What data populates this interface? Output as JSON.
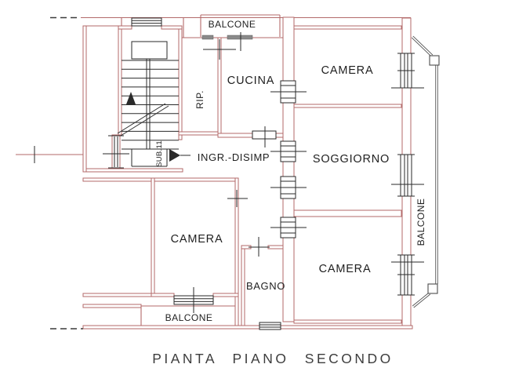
{
  "title": "PIANTA  PIANO  SECONDO",
  "rooms": {
    "balcone_top": "BALCONE",
    "cucina": "CUCINA",
    "rip": "RIP.",
    "camera_top_right": "CAMERA",
    "soggiorno": "SOGGIORNO",
    "camera_bottom_right": "CAMERA",
    "camera_left": "CAMERA",
    "bagno": "BAGNO",
    "ingresso": "INGR.-DISIMP",
    "balcone_bottom": "BALCONE",
    "balcone_right": "BALCONE"
  },
  "annotations": {
    "stair_unit": "SUB.11"
  },
  "colors": {
    "wall_red": "#b36a6a",
    "linework_black": "#2a2a2a",
    "railing_gray": "#4d4d4d",
    "sill_gray": "#8a8a8a",
    "title_gray": "#3d3d3d",
    "background": "#ffffff"
  }
}
